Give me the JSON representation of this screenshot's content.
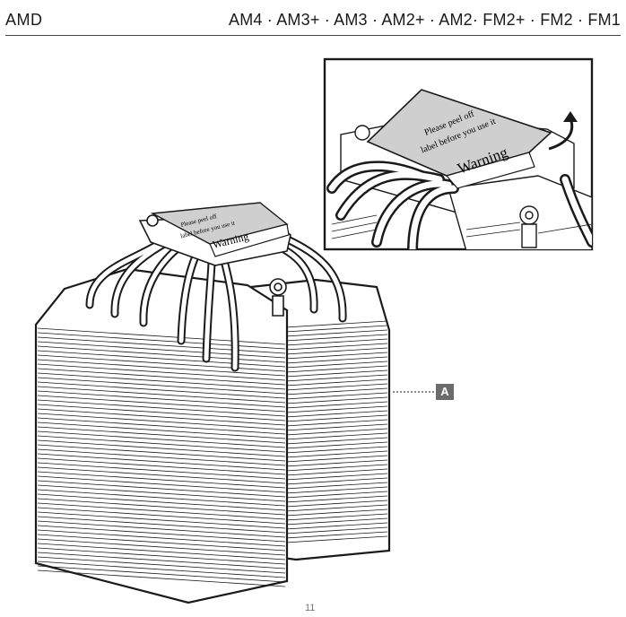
{
  "header": {
    "brand": "AMD",
    "sockets": "AM4 · AM3+ · AM3 · AM2+ · AM2· FM2+ · FM2 · FM1"
  },
  "label": {
    "top_line1": "Please peel off",
    "top_line2": "label before you use it",
    "warning": "Warning"
  },
  "callout": {
    "letter": "A"
  },
  "page": {
    "number": "11"
  },
  "colors": {
    "line": "#1a1a1a",
    "label_fill": "#cfcfcf",
    "callout_bg": "#6b6b6b"
  }
}
